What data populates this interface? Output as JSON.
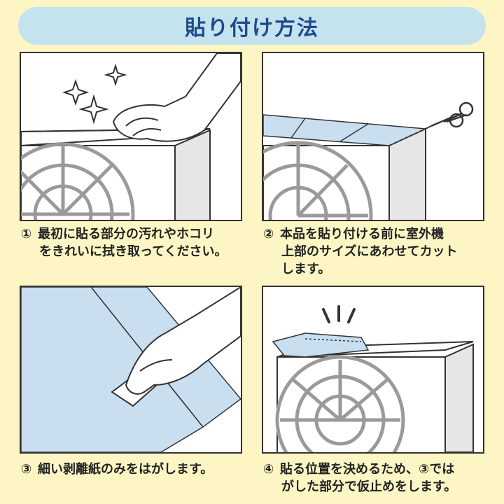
{
  "title": "貼り付け方法",
  "steps": [
    {
      "num": "①",
      "line1": "最初に貼る部分の汚れやホコリ",
      "line2": "をきれいに拭き取ってください。",
      "line3": ""
    },
    {
      "num": "②",
      "line1": "本品を貼り付ける前に室外機",
      "line2": "上部のサイズにあわせてカット",
      "line3": "します。"
    },
    {
      "num": "③",
      "line1": "細い剥離紙のみをはがします。",
      "line2": "",
      "line3": ""
    },
    {
      "num": "④",
      "line1": "貼る位置を決めるため、③では",
      "line2": "がした部分で仮止めをします。",
      "line3": ""
    }
  ],
  "colors": {
    "background": "#fdf6c4",
    "title_bar": "#c4e3ee",
    "title_text": "#1e4b8c",
    "sheet_blue": "#c9dff0",
    "fan_gray": "#9a9a9a"
  }
}
